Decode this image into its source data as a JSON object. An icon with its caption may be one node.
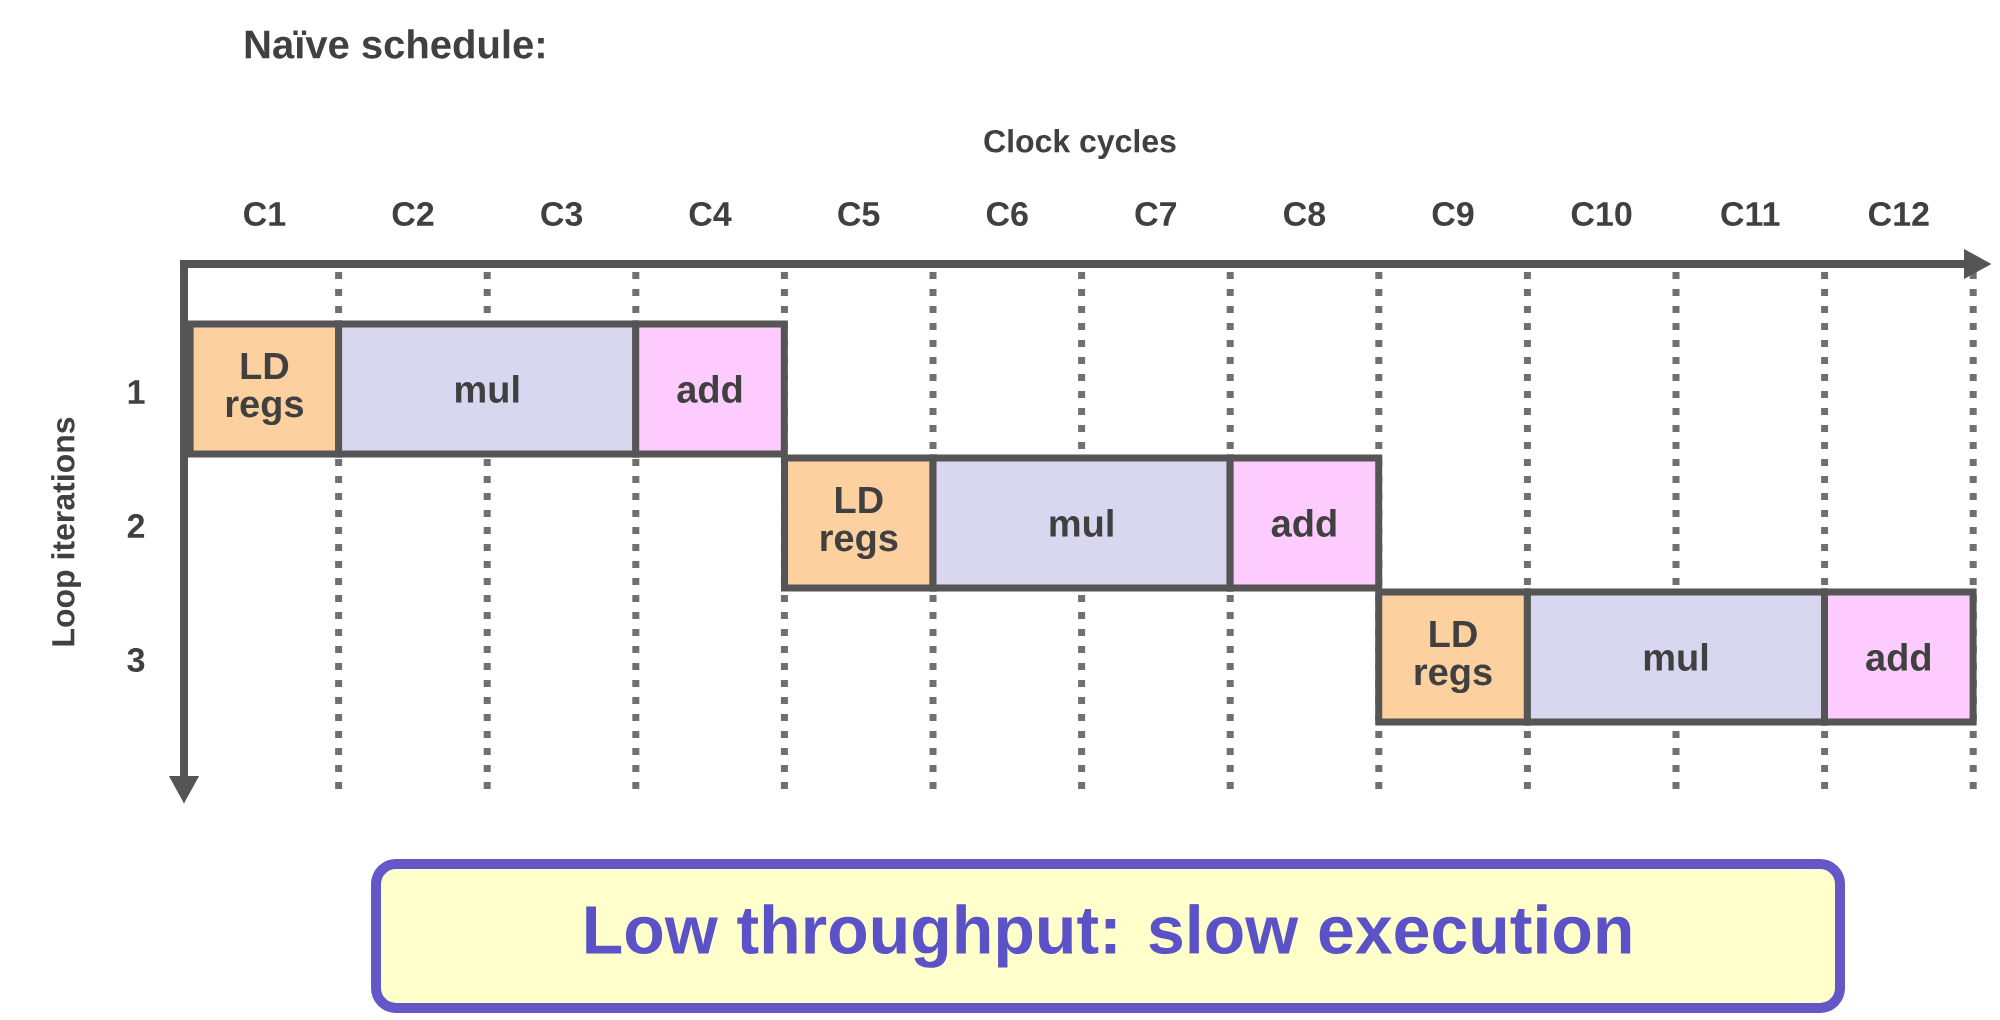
{
  "diagram": {
    "title": "Naïve schedule:",
    "nodes": [
      {
        "text": [
          "LD regs"
        ]
      },
      {
        "text": [
          "mul"
        ]
      },
      {
        "text": [
          "add"
        ]
      },
      {
        "text": [
          "LD regs"
        ]
      },
      {
        "text": [
          "mul"
        ]
      },
      {
        "text": [
          "add"
        ]
      },
      {
        "text": [
          "LD regs"
        ]
      },
      {
        "text": [
          "mul"
        ]
      },
      {
        "text": [
          "add"
        ]
      },
      {
        "text": [
          "Low throughput: slow execution"
        ]
      }
    ],
    "edges": [],
    "labels": [
      "Clock cycles",
      "C1",
      "C2",
      "C3",
      "C4",
      "C5",
      "C6",
      "C7",
      "C8",
      "C9",
      "C10",
      "C11",
      "C12",
      "Loop iterations",
      "1",
      "2",
      "3"
    ]
  }
}
